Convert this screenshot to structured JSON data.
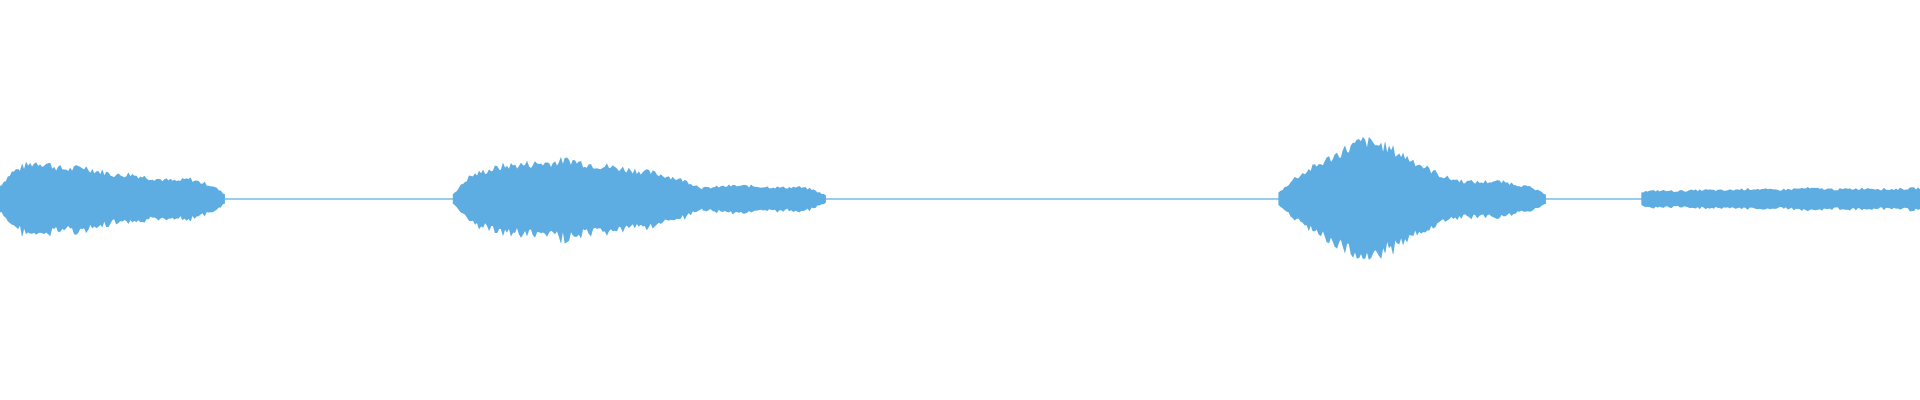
{
  "waveform": {
    "color": "#5dade2",
    "background": "#ffffff",
    "duration_fraction_max": 1.0,
    "segments": [
      {
        "name": "segment-1",
        "start": 0.0,
        "end": 0.117,
        "envelope": [
          0.22,
          0.45,
          0.55,
          0.62,
          0.6,
          0.52,
          0.5,
          0.55,
          0.48,
          0.44,
          0.4,
          0.42,
          0.38,
          0.35,
          0.32,
          0.3,
          0.34,
          0.28,
          0.22,
          0.08
        ]
      },
      {
        "name": "segment-2",
        "start": 0.236,
        "end": 0.366,
        "envelope": [
          0.08,
          0.38,
          0.48,
          0.55,
          0.58,
          0.6,
          0.62,
          0.66,
          0.6,
          0.56,
          0.52,
          0.48,
          0.44,
          0.38,
          0.3,
          0.18
        ]
      },
      {
        "name": "segment-3",
        "start": 0.366,
        "end": 0.43,
        "envelope": [
          0.18,
          0.2,
          0.22,
          0.22,
          0.21,
          0.2,
          0.19,
          0.2,
          0.16,
          0.06
        ]
      },
      {
        "name": "segment-4",
        "start": 0.666,
        "end": 0.805,
        "envelope": [
          0.1,
          0.36,
          0.52,
          0.68,
          0.84,
          0.98,
          0.92,
          0.8,
          0.66,
          0.5,
          0.36,
          0.3,
          0.28,
          0.3,
          0.26,
          0.2,
          0.08
        ]
      },
      {
        "name": "segment-5",
        "start": 0.855,
        "end": 1.0,
        "envelope": [
          0.12,
          0.14,
          0.13,
          0.14,
          0.15,
          0.14,
          0.16,
          0.17,
          0.15,
          0.16,
          0.18,
          0.17,
          0.16,
          0.17,
          0.18,
          0.16,
          0.17,
          0.18
        ]
      }
    ]
  }
}
